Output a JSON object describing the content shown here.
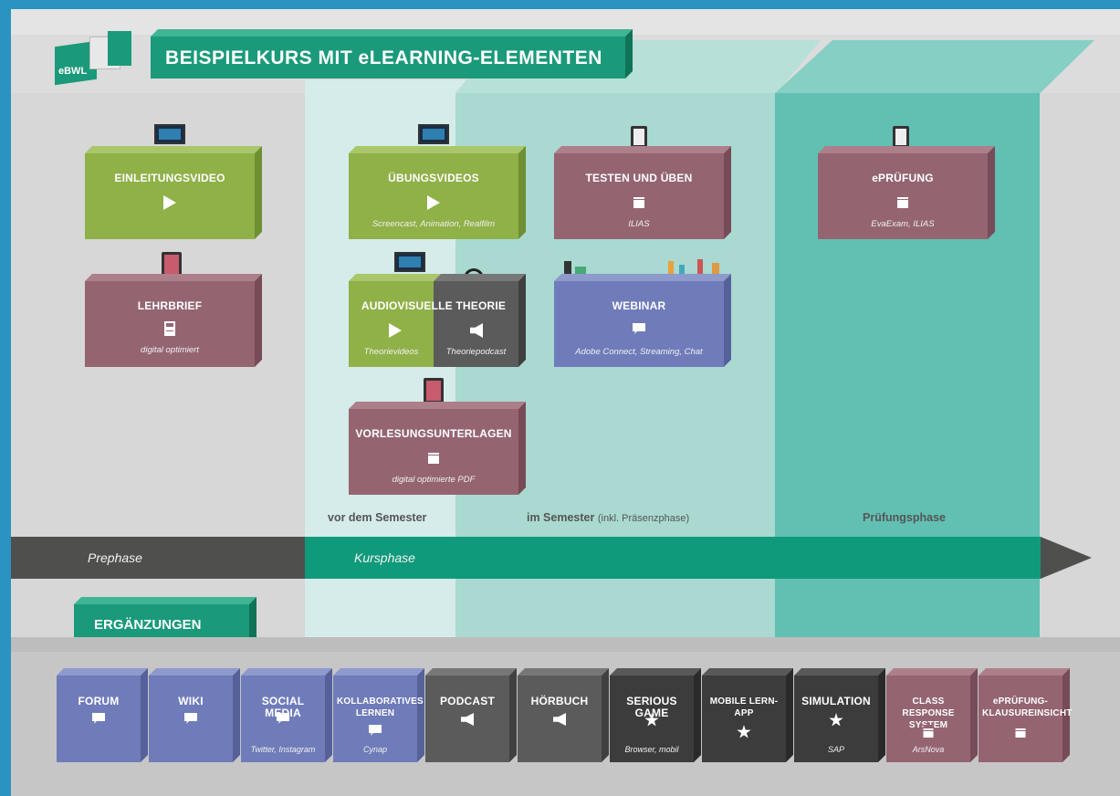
{
  "header": {
    "logo_text": "eBWL",
    "title": "BEISPIELKURS MIT eLEARNING-ELEMENTEN"
  },
  "phases": {
    "vor": "vor dem Semester",
    "im": "im Semester",
    "im_suffix": "(inkl. Präsenzphase)",
    "pruefung": "Prüfungsphase"
  },
  "timeline": {
    "prephase": "Prephase",
    "kursphase": "Kursphase"
  },
  "boxes": {
    "einleitungsvideo": {
      "title": "EINLEITUNGSVIDEO"
    },
    "lehrbrief": {
      "title": "LEHRBRIEF",
      "sub": "digital optimiert"
    },
    "uebungsvideos": {
      "title": "ÜBUNGSVIDEOS",
      "sub": "Screencast, Animation, Realfilm"
    },
    "testen": {
      "title": "TESTEN UND ÜBEN",
      "sub": "ILIAS"
    },
    "epruefung": {
      "title": "ePRÜFUNG",
      "sub": "EvaExam, ILIAS"
    },
    "av_theorie": {
      "title": "AUDIOVISUELLE THEORIE",
      "sub_left": "Theorievideos",
      "sub_right": "Theoriepodcast"
    },
    "webinar": {
      "title": "WEBINAR",
      "sub": "Adobe Connect, Streaming, Chat"
    },
    "vorlesung": {
      "title": "VORLESUNGSUNTERLAGEN",
      "sub": "digital optimierte PDF"
    }
  },
  "ergaenzungen": {
    "label": "ERGÄNZUNGEN",
    "items": [
      {
        "title": "FORUM",
        "sub": "",
        "icon": "chat-icon",
        "color": "#6f7cb9"
      },
      {
        "title": "WIKI",
        "sub": "",
        "icon": "chat-icon",
        "color": "#6f7cb9"
      },
      {
        "title": "SOCIAL MEDIA",
        "sub": "Twitter, Instagram",
        "icon": "chat-icon",
        "color": "#6f7cb9"
      },
      {
        "title": "KOLLABORATIVES LERNEN",
        "sub": "Cynap",
        "icon": "chat-icon",
        "color": "#6f7cb9"
      },
      {
        "title": "PODCAST",
        "sub": "",
        "icon": "speaker-icon",
        "color": "#5b5b5b"
      },
      {
        "title": "HÖRBUCH",
        "sub": "",
        "icon": "speaker-icon",
        "color": "#5b5b5b"
      },
      {
        "title": "SERIOUS GAME",
        "sub": "Browser, mobil",
        "icon": "star-icon",
        "color": "#3c3c3c"
      },
      {
        "title": "MOBILE LERN-APP",
        "sub": "",
        "icon": "star-icon",
        "color": "#3c3c3c"
      },
      {
        "title": "SIMULATION",
        "sub": "SAP",
        "icon": "star-icon",
        "color": "#3c3c3c"
      },
      {
        "title": "CLASS RESPONSE SYSTEM",
        "sub": "ArsNova",
        "icon": "document-icon",
        "color": "#946571"
      },
      {
        "title": "ePRÜFUNG-KLAUSUREINSICHT",
        "sub": "",
        "icon": "document-icon",
        "color": "#946571"
      }
    ]
  }
}
